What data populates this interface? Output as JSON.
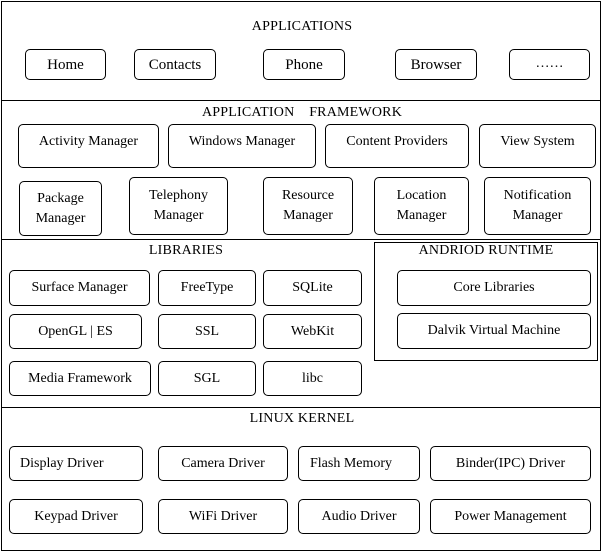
{
  "sections": {
    "applications": {
      "title": "APPLICATIONS",
      "items": [
        "Home",
        "Contacts",
        "Phone",
        "Browser",
        "……"
      ]
    },
    "framework": {
      "title": "APPLICATION    FRAMEWORK",
      "items": [
        "Activity Manager",
        "Windows Manager",
        "Content Providers",
        "View System",
        "Package\nManager",
        "Telephony\nManager",
        "Resource\nManager",
        "Location\nManager",
        "Notification\nManager"
      ]
    },
    "libraries": {
      "title": "LIBRARIES",
      "items": [
        "Surface Manager",
        "FreeType",
        "SQLite",
        "OpenGL | ES",
        "SSL",
        "WebKit",
        "Media Framework",
        "SGL",
        "libc"
      ]
    },
    "runtime": {
      "title": "ANDRIOD RUNTIME",
      "items": [
        "Core Libraries",
        "Dalvik Virtual Machine"
      ]
    },
    "kernel": {
      "title": "LINUX KERNEL",
      "items": [
        "Display Driver",
        "Camera Driver",
        "Flash Memory",
        "Binder(IPC) Driver",
        "Keypad Driver",
        "WiFi Driver",
        "Audio Driver",
        "Power Management"
      ]
    }
  }
}
